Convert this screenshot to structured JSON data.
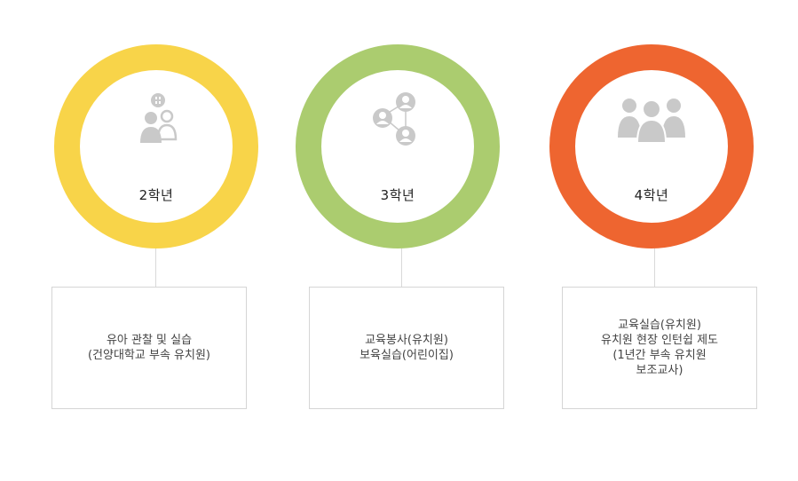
{
  "colors": {
    "year2": "#f8d449",
    "year3": "#abcc6f",
    "year4": "#ee6530",
    "icon_gray": "#c9c9c9"
  },
  "steps": [
    {
      "label": "2학년",
      "icon": "add-user-icon",
      "lines": [
        "유아 관찰 및 실습",
        "(건양대학교 부속 유치원)"
      ]
    },
    {
      "label": "3학년",
      "icon": "user-network-icon",
      "lines": [
        "교육봉사(유치원)",
        "보육실습(어린이집)"
      ]
    },
    {
      "label": "4학년",
      "icon": "group-icon",
      "lines": [
        "교육실습(유치원)",
        "유치원 현장 인턴쉽 제도",
        "(1년간 부속 유치원",
        "보조교사)"
      ]
    }
  ]
}
